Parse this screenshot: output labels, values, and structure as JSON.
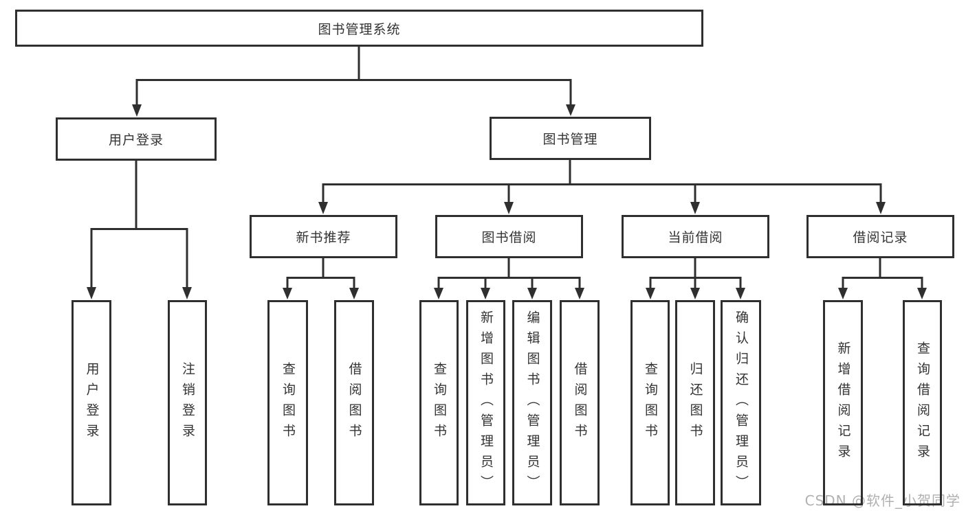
{
  "diagram": {
    "type": "hierarchy-tree",
    "colors": {
      "line": "#2f2f2f",
      "box_border": "#2f2f2f",
      "text": "#333333",
      "background": "#ffffff",
      "watermark": "#b0b0b0"
    },
    "watermark": "CSDN @软件_小贺同学",
    "nodes": {
      "root": "图书管理系统",
      "user_login": "用户登录",
      "book_mgmt": "图书管理",
      "new_book_rec": "新书推荐",
      "book_borrow": "图书借阅",
      "current_borrow": "当前借阅",
      "borrow_records": "借阅记录",
      "leaf_user_login": "用户登录",
      "leaf_logout": "注销登录",
      "leaf_nb_query": "查询图书",
      "leaf_nb_borrow": "借阅图书",
      "leaf_bb_query": "查询图书",
      "leaf_bb_add": "新增图书（管理员）",
      "leaf_bb_edit": "编辑图书（管理员）",
      "leaf_bb_borrow": "借阅图书",
      "leaf_cb_query": "查询图书",
      "leaf_cb_return": "归还图书",
      "leaf_cb_confirm": "确认归还（管理员）",
      "leaf_br_add": "新增借阅记录",
      "leaf_br_query": "查询借阅记录"
    },
    "hierarchy": {
      "图书管理系统": [
        "用户登录",
        "图书管理"
      ],
      "用户登录": [
        "用户登录",
        "注销登录"
      ],
      "图书管理": [
        "新书推荐",
        "图书借阅",
        "当前借阅",
        "借阅记录"
      ],
      "新书推荐": [
        "查询图书",
        "借阅图书"
      ],
      "图书借阅": [
        "查询图书",
        "新增图书（管理员）",
        "编辑图书（管理员）",
        "借阅图书"
      ],
      "当前借阅": [
        "查询图书",
        "归还图书",
        "确认归还（管理员）"
      ],
      "借阅记录": [
        "新增借阅记录",
        "查询借阅记录"
      ]
    }
  }
}
